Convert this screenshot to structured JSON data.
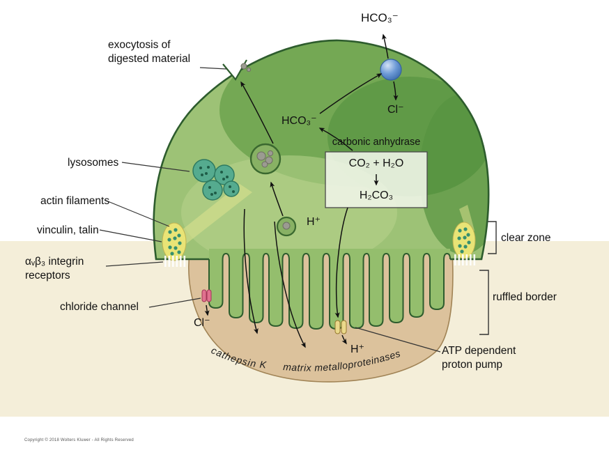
{
  "labels": {
    "exocytosis_line1": "exocytosis of",
    "exocytosis_line2": "digested material",
    "lysosomes": "lysosomes",
    "actin_filaments": "actin filaments",
    "vinculin_talin": "vinculin, talin",
    "integrin_line1": "αᵥβ₃ integrin",
    "integrin_line2": "receptors",
    "chloride_channel": "chloride channel",
    "clear_zone": "clear zone",
    "ruffled_border": "ruffled border",
    "proton_pump_line1": "ATP dependent",
    "proton_pump_line2": "proton pump"
  },
  "molecules": {
    "hco3_top": "HCO₃⁻",
    "cl_top": "Cl⁻",
    "hco3_inner": "HCO₃⁻",
    "h_mid": "H⁺",
    "h_bottom": "H⁺",
    "cl_bottom": "Cl⁻"
  },
  "reaction_box": {
    "title": "carbonic anhydrase",
    "reactants": "CO₂ + H₂O",
    "product": "H₂CO₃"
  },
  "enzymes": {
    "cathepsin": "cathepsin K",
    "mmp": "matrix metalloproteinases"
  },
  "footer": {
    "copyright": "Copyright © 2018 Wolters Kluwer - All Rights Reserved"
  },
  "colors": {
    "bone_band": "#f4eed9",
    "pit_fill": "#dcc29c",
    "pit_outline": "#a08355",
    "cell_fill": "#9dc276",
    "cell_outline": "#2d5c2d",
    "cap_dark": "#74a854",
    "cap_darker": "#609a47",
    "lysosome": "#55ab8f",
    "clear_zone_yellow": "#e9e476",
    "transporter_blue": "#6d9ad6",
    "channel_pink": "#e0718f",
    "pump_yellow": "#ead98b"
  }
}
